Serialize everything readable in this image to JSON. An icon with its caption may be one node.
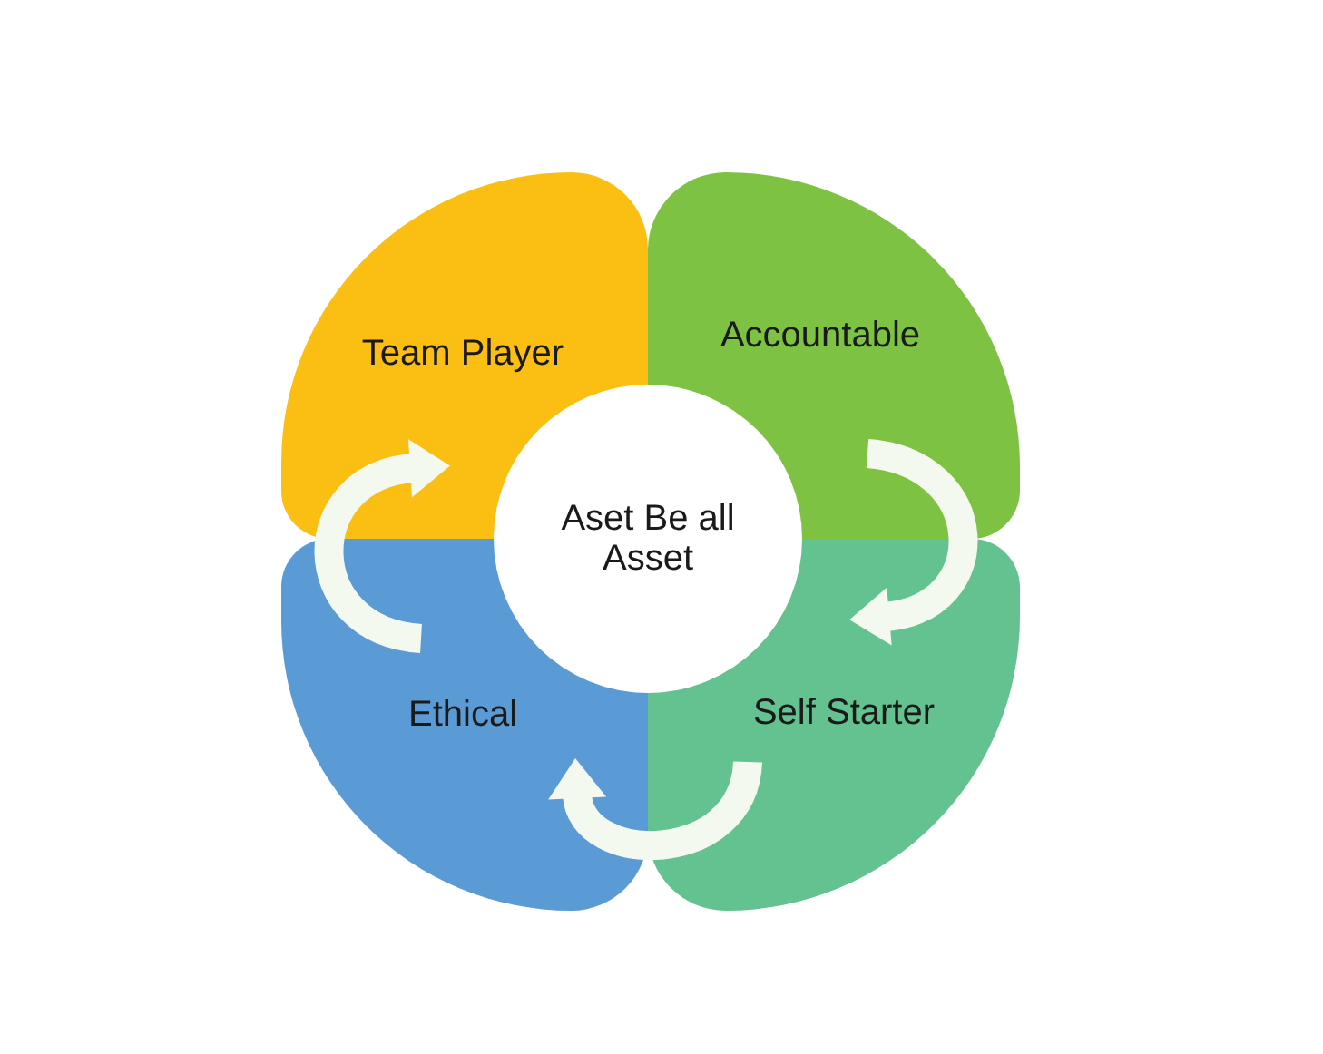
{
  "diagram": {
    "nodes": [
      {
        "text": [
          "Team Player"
        ]
      },
      {
        "text": [
          "Accountable"
        ]
      },
      {
        "text": [
          "Aset Be all Asset"
        ]
      },
      {
        "text": [
          "Ethical"
        ]
      },
      {
        "text": [
          "Self Starter"
        ]
      }
    ],
    "edges": [
      {
        "from": 1,
        "to": 4,
        "arrow": "to"
      },
      {
        "from": 4,
        "to": 3,
        "arrow": "to"
      },
      {
        "from": 3,
        "to": 0,
        "arrow": "to"
      }
    ]
  }
}
